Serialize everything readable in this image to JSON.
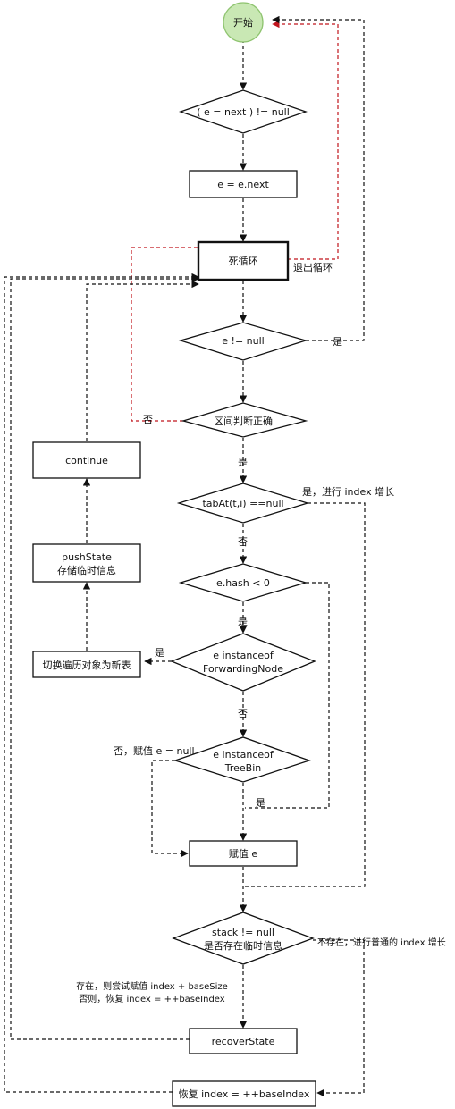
{
  "nodes": {
    "start": "开始",
    "cond_next": "( e = next ) != null",
    "assign_next": "e = e.next",
    "loop": "死循环",
    "cond_e": "e != null",
    "cond_range": "区间判断正确",
    "cond_tabat": "tabAt(t,i) ==null",
    "cond_hash": "e.hash < 0",
    "cond_fwd_1": "e instanceof",
    "cond_fwd_2": "ForwardingNode",
    "cond_treebin_1": "e instanceof",
    "cond_treebin_2": "TreeBin",
    "assign_e": "赋值 e",
    "cond_stack_1": "stack != null",
    "cond_stack_2": "是否存在临时信息",
    "recover_state": "recoverState",
    "restore_index": "恢复 index = ++baseIndex",
    "switch_table": "切换遍历对象为新表",
    "push_state_1": "pushState",
    "push_state_2": "存储临时信息",
    "continue": "continue"
  },
  "labels": {
    "exit_loop": "退出循环",
    "yes_exit": "是",
    "no_range": "否",
    "yes_range": "是",
    "tabat_yes": "是，进行 index 增长",
    "tabat_no": "否",
    "hash_yes": "是",
    "fwd_yes": "是",
    "fwd_no": "否",
    "treebin_no": "否，赋值 e = null",
    "treebin_yes": "是",
    "stack_no": "不存在，进行普通的 index 增长",
    "stack_yes_1": "存在，则尝试赋值 index + baseSize",
    "stack_yes_2": "否则，恢复 index = ++baseIndex"
  },
  "colors": {
    "start_fill": "#c9e8b4",
    "start_stroke": "#8fc470",
    "line": "#111111",
    "loop_back_line": "#c0141c"
  }
}
